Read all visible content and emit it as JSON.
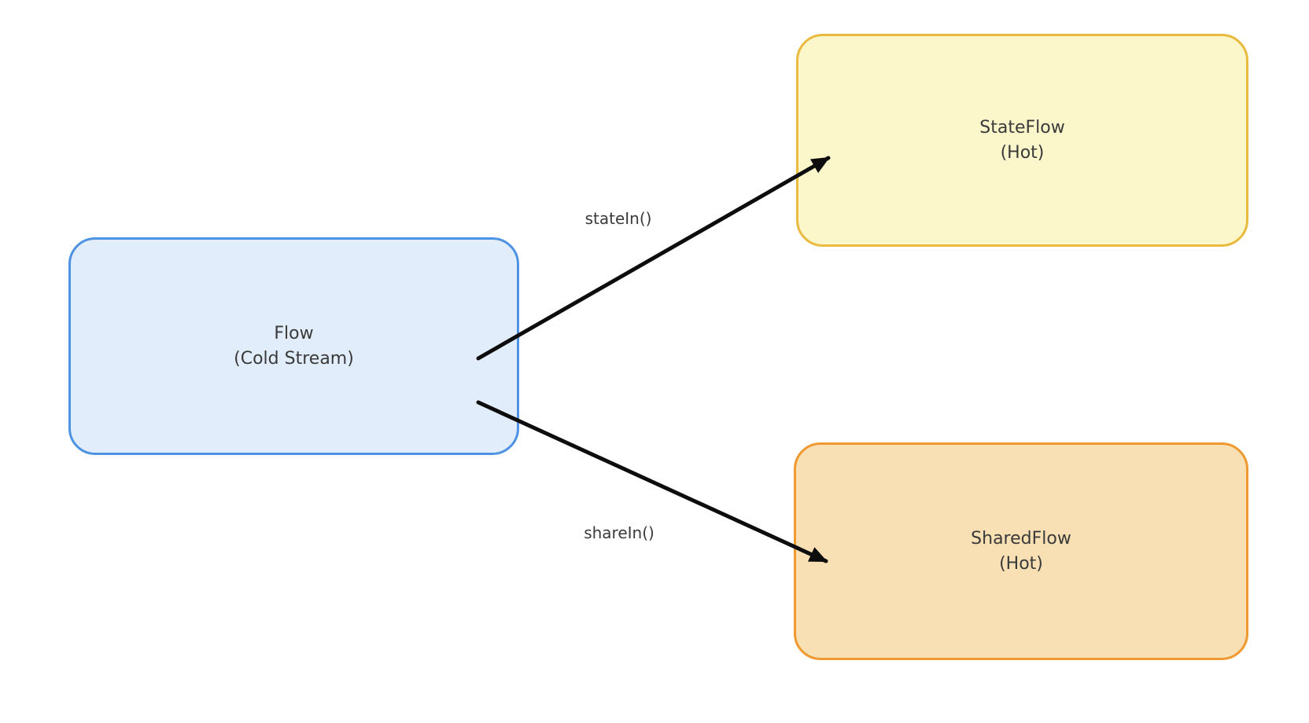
{
  "diagram": {
    "nodes": {
      "flow": {
        "title": "Flow",
        "subtitle": "(Cold Stream)",
        "fill": "#e1edfa",
        "border": "#4e92e3"
      },
      "stateflow": {
        "title": "StateFlow",
        "subtitle": "(Hot)",
        "fill": "#fcf7cb",
        "border": "#e9ba3e"
      },
      "sharedflow": {
        "title": "SharedFlow",
        "subtitle": "(Hot)",
        "fill": "#f8dfb4",
        "border": "#ef9930"
      }
    },
    "edges": [
      {
        "label": "stateIn()",
        "from": "Flow (Cold Stream)",
        "to": "StateFlow (Hot)"
      },
      {
        "label": "shareIn()",
        "from": "Flow (Cold Stream)",
        "to": "SharedFlow (Hot)"
      }
    ],
    "colors": {
      "background": "#ffffff",
      "arrow": "#0d0d0d",
      "text": "#3a3a3a"
    }
  }
}
